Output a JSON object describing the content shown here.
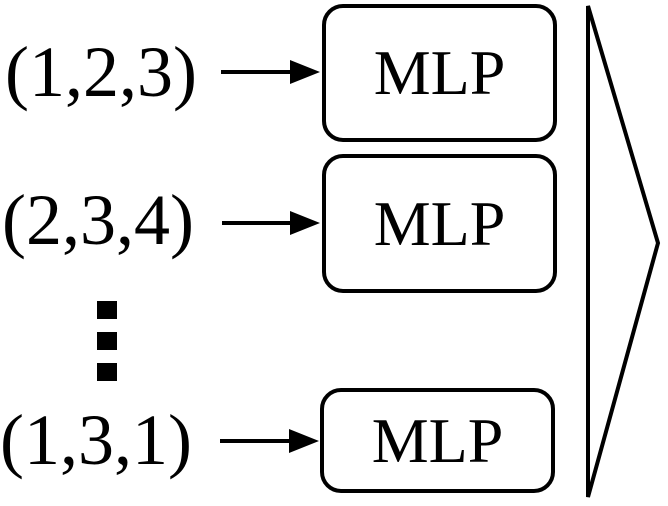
{
  "figure": {
    "background_color": "#ffffff",
    "line_color": "#000000",
    "rows": [
      {
        "input": "(1,2,3)",
        "box": "MLP"
      },
      {
        "input": "(2,3,4)",
        "box": "MLP"
      },
      {
        "input": "(1,3,1)",
        "box": "MLP"
      }
    ],
    "ellipsis": {
      "type": "vertical-square-dots",
      "count": 3
    },
    "aggregator": {
      "shape": "right-pointing-triangle"
    }
  }
}
